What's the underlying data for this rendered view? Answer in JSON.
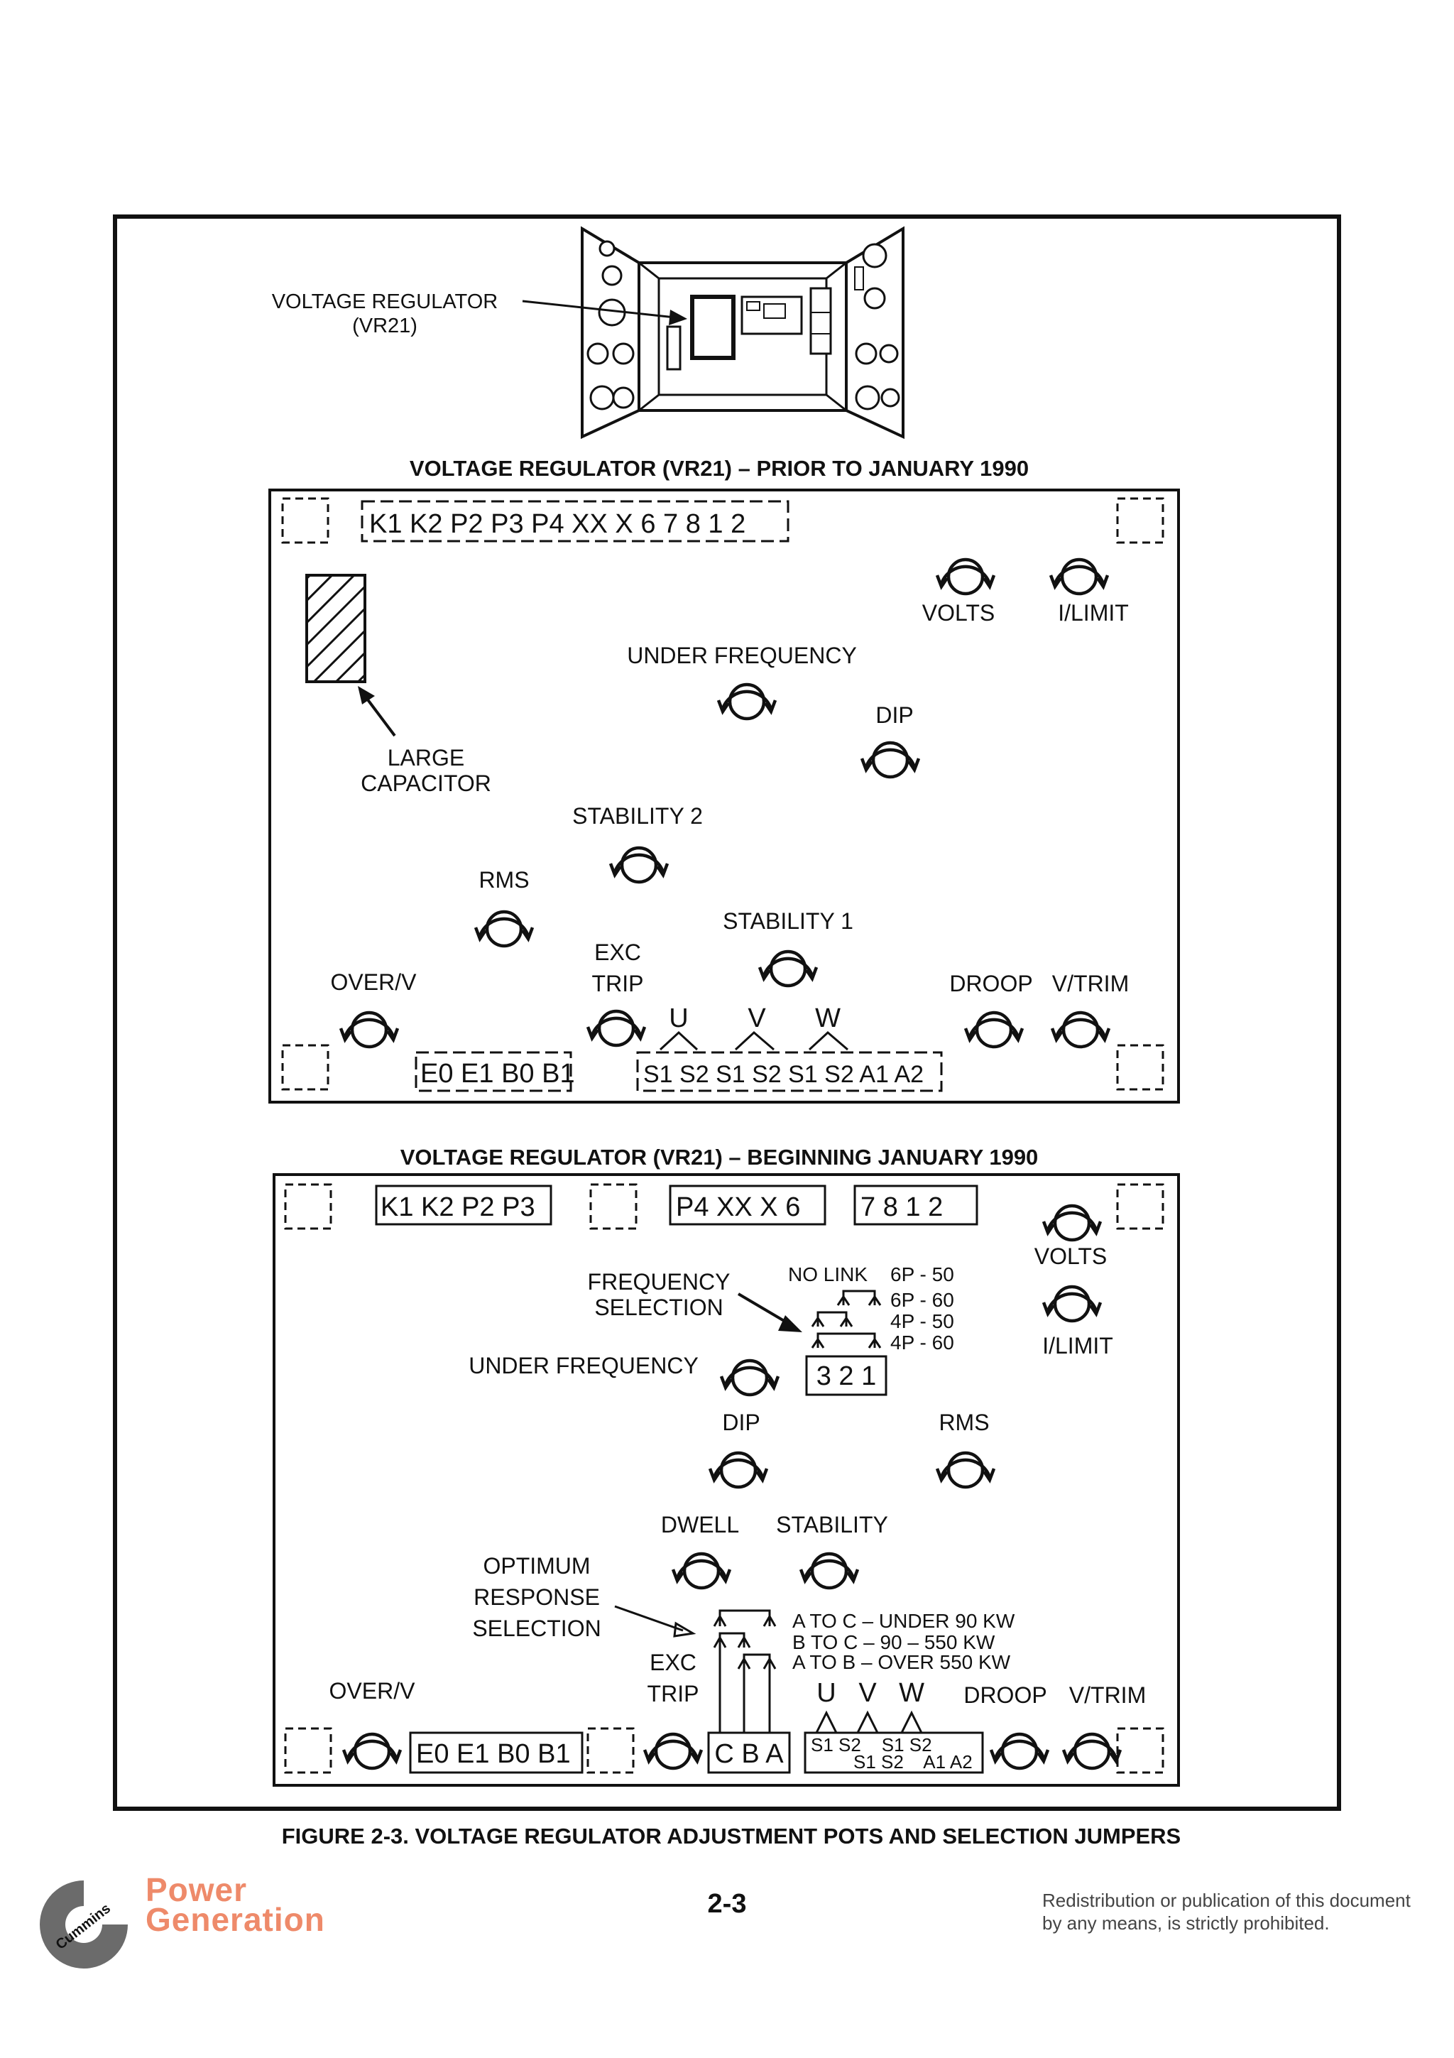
{
  "figure": {
    "vr_label_line1": "VOLTAGE REGULATOR",
    "vr_label_line2": "(VR21)",
    "caption": "FIGURE 2-3. VOLTAGE REGULATOR ADJUSTMENT POTS AND SELECTION JUMPERS"
  },
  "prior": {
    "title": "VOLTAGE REGULATOR (VR21) – PRIOR TO JANUARY 1990",
    "top_terminals": "K1 K2 P2 P3 P4 XX X  6  7  8  1  2",
    "volts": "VOLTS",
    "ilimit": "I/LIMIT",
    "under_frequency": "UNDER FREQUENCY",
    "dip": "DIP",
    "capacitor_line1": "LARGE",
    "capacitor_line2": "CAPACITOR",
    "stability2": "STABILITY 2",
    "rms": "RMS",
    "stability1": "STABILITY 1",
    "exc": "EXC",
    "trip": "TRIP",
    "overv": "OVER/V",
    "droop": "DROOP",
    "vtrim": "V/TRIM",
    "u": "U",
    "v": "V",
    "w": "W",
    "bottom_left_terminals": "E0 E1 B0 B1",
    "bottom_right_terminals": "S1 S2  S1 S2  S1 S2  A1 A2"
  },
  "after": {
    "title": "VOLTAGE REGULATOR (VR21) – BEGINNING JANUARY 1990",
    "term1": "K1 K2 P2 P3",
    "term2": "P4 XX X  6",
    "term3": "7  8  1  2",
    "volts": "VOLTS",
    "ilimit": "I/LIMIT",
    "freq_sel_line1": "FREQUENCY",
    "freq_sel_line2": "SELECTION",
    "no_link": "NO LINK",
    "f1": "6P - 50",
    "f2": "6P - 60",
    "f3": "4P - 50",
    "f4": "4P - 60",
    "jumper_block": "3 2 1",
    "under_frequency": "UNDER FREQUENCY",
    "dip": "DIP",
    "rms": "RMS",
    "dwell": "DWELL",
    "stability": "STABILITY",
    "opt_line1": "OPTIMUM",
    "opt_line2": "RESPONSE",
    "opt_line3": "SELECTION",
    "r1": "A TO C – UNDER 90 KW",
    "r2": "B TO C – 90 – 550 KW",
    "r3": "A TO B – OVER 550 KW",
    "exc": "EXC",
    "trip": "TRIP",
    "overv": "OVER/V",
    "u": "U",
    "v": "V",
    "w": "W",
    "droop": "DROOP",
    "vtrim": "V/TRIM",
    "e_terminals": "E0 E1 B0 B1",
    "cba": "C B A",
    "s_top": "S1 S2    S1 S2",
    "s_bottom": "S1 S2    A1 A2"
  },
  "footer": {
    "brand_line1": "Power",
    "brand_line2": "Generation",
    "logo_text": "Cummins",
    "page": "2-3",
    "notice_line1": "Redistribution or publication of this document",
    "notice_line2": "by any means, is strictly prohibited."
  },
  "colors": {
    "brand": "#ee8a6a",
    "logo": "#6b6b6b",
    "ink": "#111111"
  }
}
